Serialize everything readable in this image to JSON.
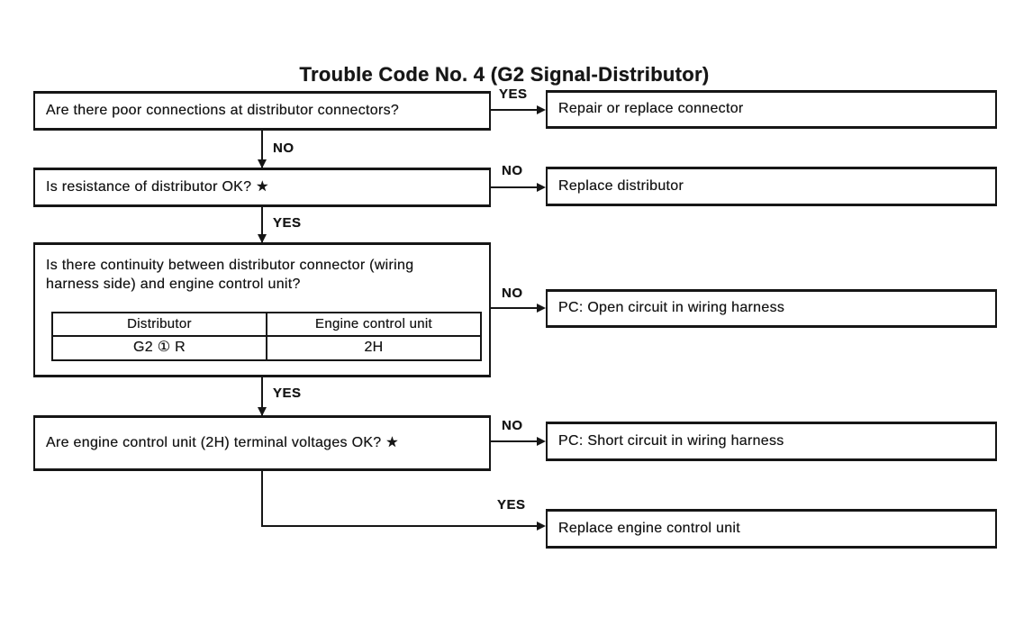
{
  "title": "Trouble Code No. 4 (G2 Signal-Distributor)",
  "labels": {
    "yes": "YES",
    "no": "NO"
  },
  "questions": {
    "q1": "Are there poor connections at distributor connectors?",
    "q2": "Is resistance of distributor OK? ★",
    "q3_line1": "Is there continuity between distributor connector (wiring",
    "q3_line2": "harness side) and engine control unit?",
    "q4": "Are engine control unit (2H) terminal voltages OK? ★"
  },
  "q3_table": {
    "headers": [
      "Distributor",
      "Engine control unit"
    ],
    "row": [
      "G2 ① R",
      "2H"
    ]
  },
  "actions": {
    "a1": "Repair or replace connector",
    "a2": "Replace distributor",
    "a3": "PC: Open circuit in wiring harness",
    "a4": "PC: Short circuit in wiring harness",
    "a5": "Replace engine control unit"
  },
  "colors": {
    "ink": "#161616",
    "paper": "#ffffff"
  }
}
